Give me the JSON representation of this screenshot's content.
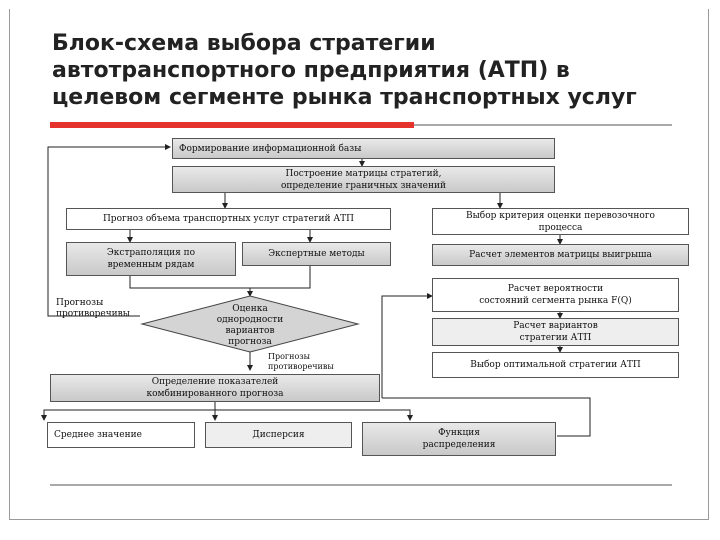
{
  "title": "Блок-схема выбора стратегии\nавтотранспортного предприятия (АТП) в\nцелевом сегменте рынка транспортных услуг",
  "boxes": {
    "info_base": "Формирование информационной базы",
    "matrix": "Построение матрицы стратегий,\nопределение граничных значений",
    "forecast": "Прогноз объема транспортных услуг стратегий АТП",
    "criterion": "Выбор критерия оценки перевозочного\nпроцесса",
    "extrapolation": "Экстраполяция по\nвременным рядам",
    "expert": "Экспертные методы",
    "payoff": "Расчет элементов матрицы выигрыша",
    "probability": "Расчет вероятности\nсостояний сегмента рынка F(Q)",
    "homogeneity": "Оценка\nоднородности\nвариантов\nпрогноза",
    "variants": "Расчет вариантов\nстратегии АТП",
    "optimal": "Выбор оптимальной стратегии АТП",
    "combined": "Определение показателей\nкомбинированного прогноза",
    "mean": "Среднее значение",
    "dispersion": "Дисперсия",
    "distribution": "Функция\nраспределения"
  },
  "labels": {
    "contradictory_left": "Прогнозы\nпротиворечивы",
    "contradictory_right": "Прогнозы\nпротиворечивы"
  }
}
